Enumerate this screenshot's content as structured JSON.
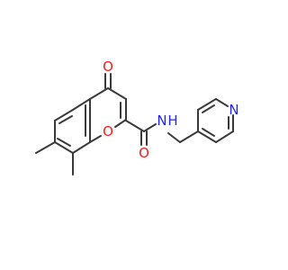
{
  "structure": {
    "atoms": {
      "ketone_oxygen": "O",
      "ring_oxygen": "O",
      "amide_oxygen": "O",
      "amide_nitrogen": "N",
      "amide_hydrogen": "H",
      "pyridine_nitrogen": "N"
    },
    "colors": {
      "bond": "#3a3a3a",
      "oxygen": "#ff1a1a",
      "nitrogen": "#2323ff",
      "background": "#ffffff"
    }
  }
}
